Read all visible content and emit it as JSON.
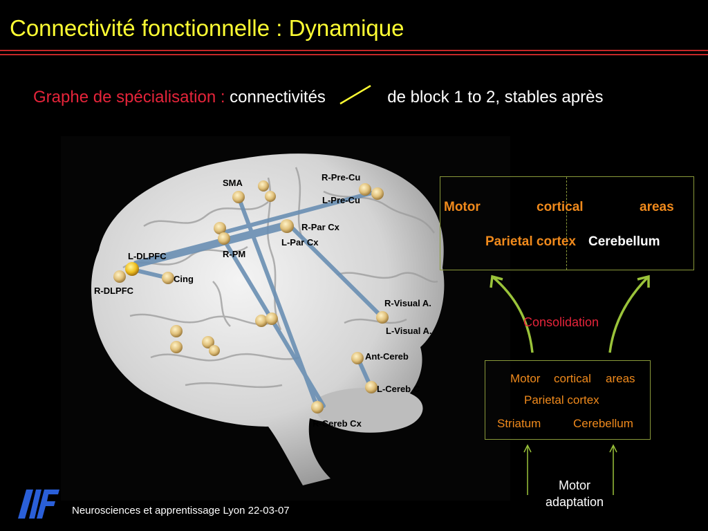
{
  "title": "Connectivité fonctionnelle : Dynamique",
  "subtitle": {
    "red_part": "Graphe de spécialisation :",
    "part1": "connectivités",
    "part2": "de  block 1 to 2, stables après"
  },
  "brain": {
    "labels": [
      "SMA",
      "R-Pre-Cu",
      "L-Pre-Cu",
      "R-Par Cx",
      "L-Par Cx",
      "R-PM",
      "L-DLPFC",
      "Cing",
      "R-DLPFC",
      "R-Visual A.",
      "L-Visual A.",
      "Ant-Cereb",
      "L-Cereb C",
      "R-Cereb Cx"
    ]
  },
  "block2": {
    "motor": "Motor",
    "cortical": "cortical",
    "areas": "areas",
    "parietal": "Parietal cortex",
    "cerebellum": "Cerebellum"
  },
  "consolidation": "Consolidation",
  "block1": {
    "motor": "Motor",
    "cortical": "cortical",
    "areas": "areas",
    "parietal": "Parietal cortex",
    "striatum": "Striatum",
    "cerebellum": "Cerebellum"
  },
  "motor_adaptation": [
    "Motor",
    "adaptation"
  ],
  "footer": "Neurosciences et apprentissage Lyon 22-03-07",
  "colors": {
    "title": "#ffff33",
    "accent_red": "#e5243a",
    "orange": "#f08a1c",
    "box_border": "#8a9a3a",
    "arrow": "#9ac33a"
  }
}
